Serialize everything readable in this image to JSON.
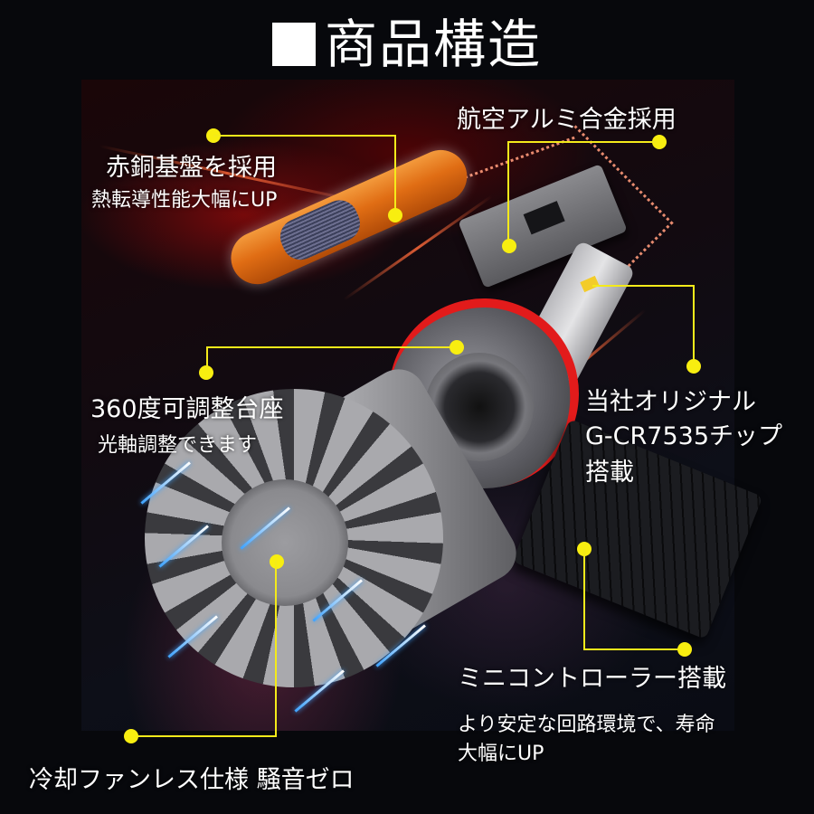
{
  "title": {
    "square_glyph": "■",
    "text": "商品構造"
  },
  "callouts": {
    "copper_board": {
      "title": "赤銅基盤を採用",
      "subtitle": "熱転導性能大幅にUP"
    },
    "aluminum": {
      "title": "航空アルミ合金採用"
    },
    "base": {
      "title": "360度可調整台座",
      "subtitle": "光軸調整できます"
    },
    "chip": {
      "line1": "当社オリジナル",
      "line2": "G-CR7535チップ",
      "line3": "搭載"
    },
    "controller": {
      "title": "ミニコントローラー搭載",
      "subtitle_line1": "より安定な回路環境で、寿命",
      "subtitle_line2": "大幅にUP"
    },
    "cooling": {
      "title": "冷却ファンレス仕様 騒音ゼロ"
    }
  },
  "colors": {
    "background": "#07080c",
    "leader_line": "#f4ea1a",
    "ring_red": "#e21b1b",
    "copper": "#e06d14",
    "airflow_blue": "#3fa3ff"
  }
}
